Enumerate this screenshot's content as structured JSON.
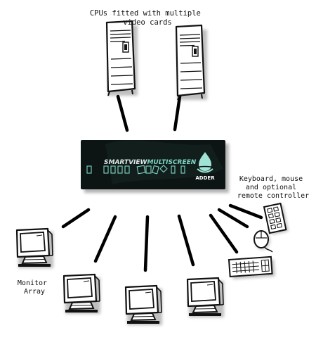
{
  "labels": {
    "cpus": [
      "CPUs fitted with multiple",
      "video cards"
    ],
    "peripherals": [
      "Keyboard, mouse",
      "and optional",
      "remote controller"
    ],
    "monitors": [
      "Monitor",
      "Array"
    ]
  },
  "switch": {
    "brand_prefix": "SMARTVIEW",
    "brand_suffix": "MULTISCREEN",
    "logo_text": "ADDER"
  },
  "colors": {
    "switch_body": "#0d1514",
    "accent": "#7fd6c4",
    "logo": "#9fe3d6"
  },
  "icons": {
    "cpu": "tower-computer-icon",
    "monitor": "crt-monitor-icon",
    "keyboard": "keyboard-icon",
    "mouse": "mouse-icon",
    "remote": "remote-controller-icon"
  }
}
